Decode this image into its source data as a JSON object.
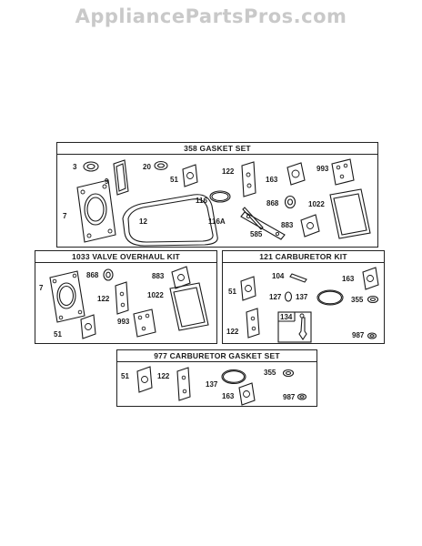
{
  "watermark": "AppliancePartsPros.com",
  "kits": {
    "gasket_set": {
      "title": "358 GASKET SET",
      "labels": [
        "3",
        "9",
        "20",
        "51",
        "122",
        "163",
        "993",
        "7",
        "116",
        "868",
        "1022",
        "12",
        "116A",
        "585",
        "883"
      ]
    },
    "valve_kit": {
      "title": "1033 VALVE OVERHAUL KIT",
      "labels": [
        "7",
        "868",
        "883",
        "122",
        "1022",
        "51",
        "993"
      ]
    },
    "carb_kit": {
      "title": "121 CARBURETOR KIT",
      "labels": [
        "104",
        "163",
        "51",
        "127",
        "137",
        "355",
        "134",
        "122",
        "987"
      ]
    },
    "carb_gasket_set": {
      "title": "977 CARBURETOR  GASKET SET",
      "labels": [
        "51",
        "122",
        "137",
        "355",
        "163",
        "987"
      ]
    }
  }
}
